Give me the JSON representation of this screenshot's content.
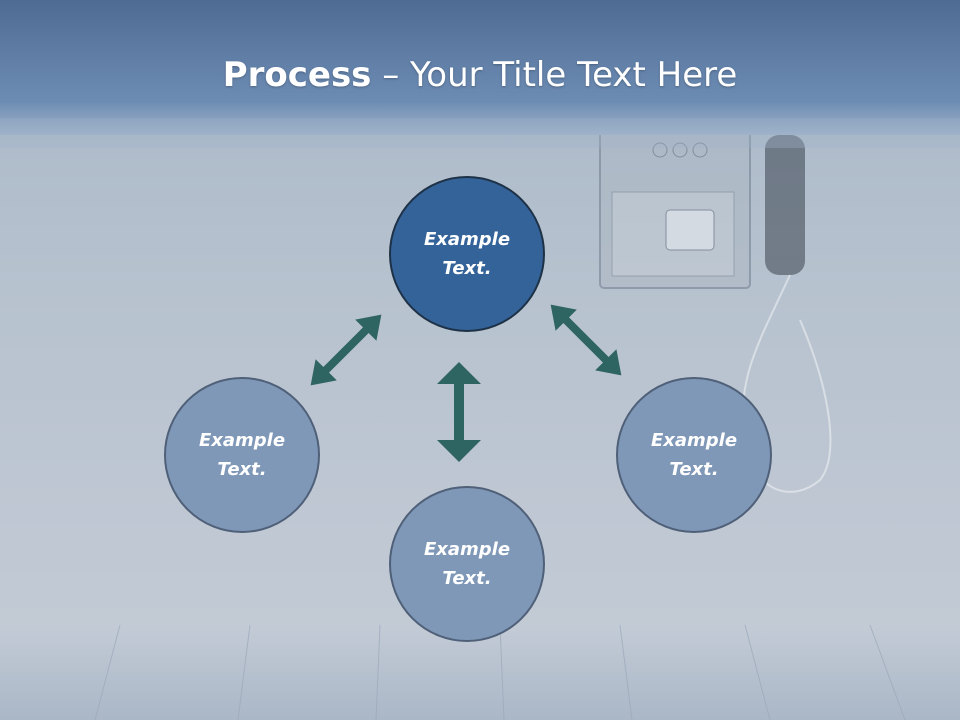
{
  "slide": {
    "title_bold": "Process",
    "title_rest": " – Your Title Text Here"
  },
  "nodes": {
    "top": "Example\nText.",
    "left": "Example\nText.",
    "right": "Example\nText.",
    "bottom": "Example\nText."
  },
  "colors": {
    "header_band": "#5f7fa6",
    "center_node": "#34639a",
    "outer_node": "#7f98b8",
    "arrow": "#2e6461"
  }
}
